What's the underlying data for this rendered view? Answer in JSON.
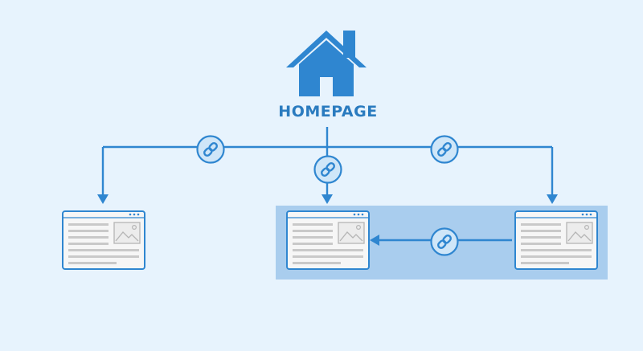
{
  "homepage": {
    "label": "HOMEPAGE",
    "icon": "house-icon"
  },
  "colors": {
    "background": "#e7f3fd",
    "primary": "#2f86d0",
    "link_fill": "#cfe6f8",
    "highlight": "#a9cdee",
    "page_fill": "#f4f4f4",
    "page_line": "#c8c8c8"
  },
  "nodes": [
    "page-left",
    "page-middle",
    "page-right"
  ],
  "links": [
    {
      "from": "homepage",
      "to": "page-left",
      "icon": "link-icon"
    },
    {
      "from": "homepage",
      "to": "page-middle",
      "icon": "link-icon"
    },
    {
      "from": "homepage",
      "to": "page-right",
      "icon": "link-icon"
    },
    {
      "from": "page-right",
      "to": "page-middle",
      "icon": "link-icon"
    }
  ]
}
